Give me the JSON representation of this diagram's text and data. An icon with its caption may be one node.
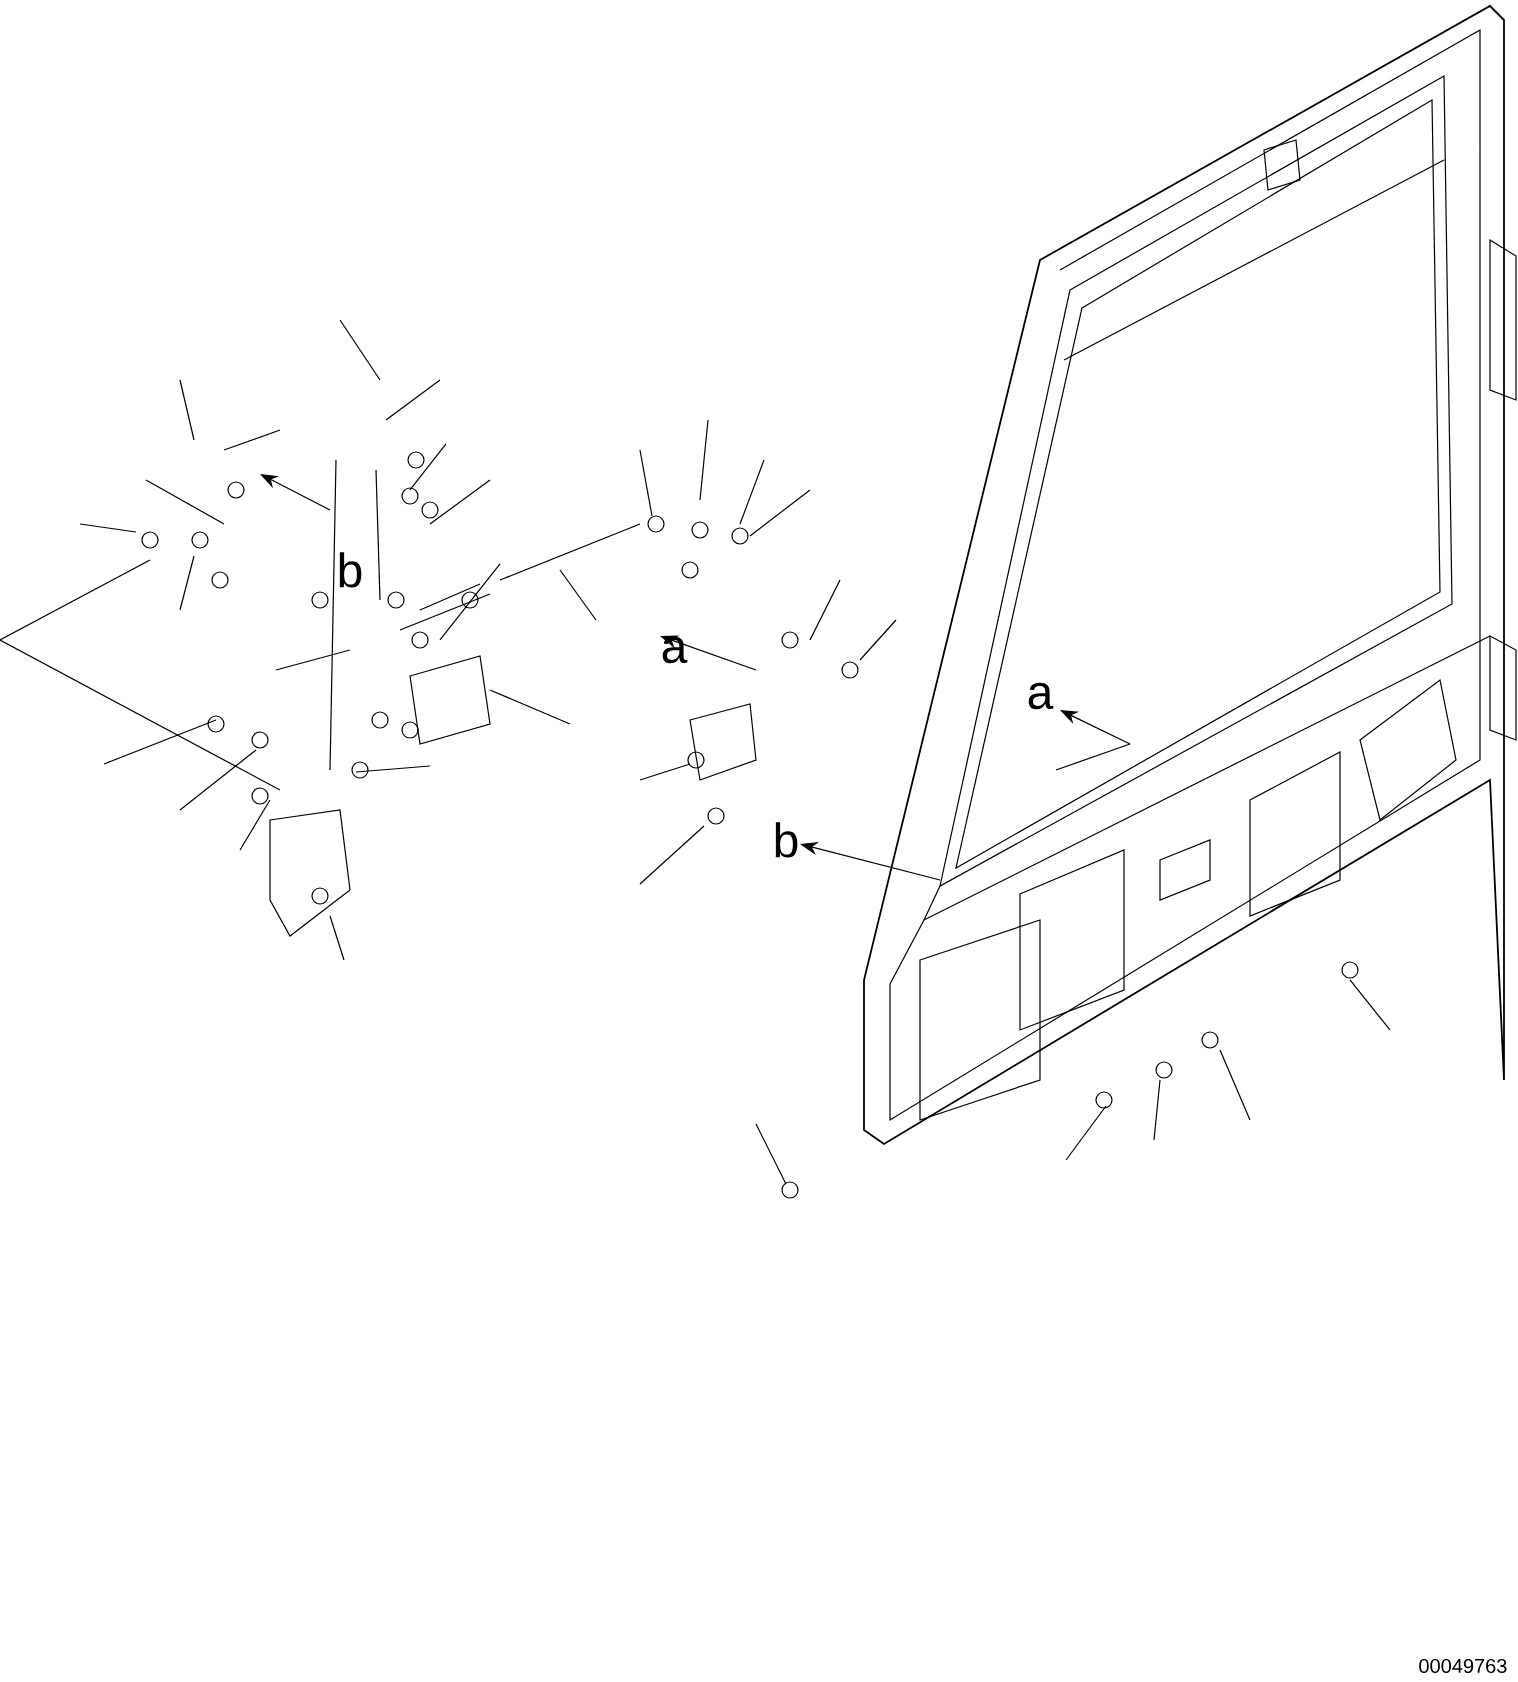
{
  "diagram": {
    "labels": [
      "b",
      "a",
      "a",
      "b",
      "00049763"
    ]
  }
}
